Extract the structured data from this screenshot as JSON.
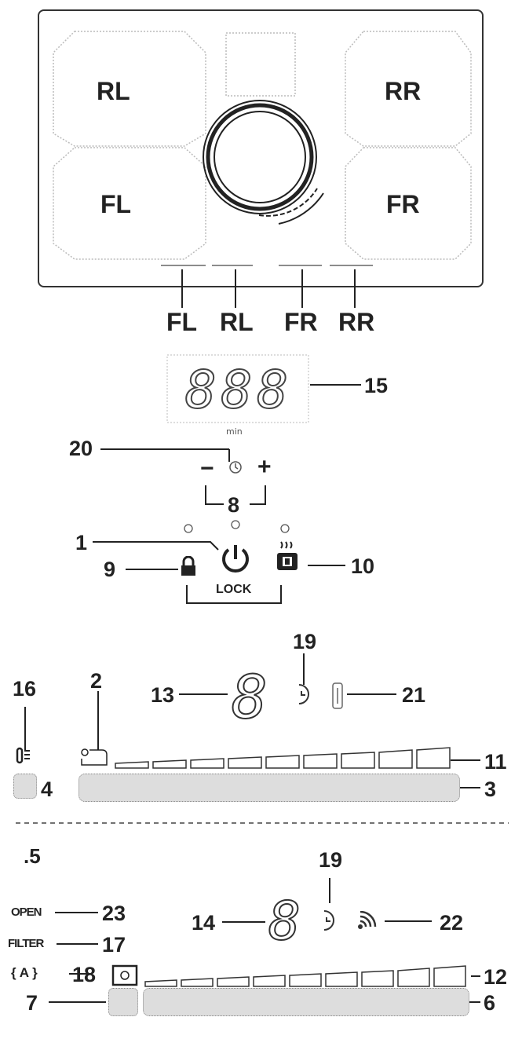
{
  "cooktop": {
    "zones": {
      "rl": "RL",
      "rr": "RR",
      "fl": "FL",
      "fr": "FR"
    },
    "control_labels": [
      "FL",
      "RL",
      "FR",
      "RR"
    ]
  },
  "timer": {
    "digits": "888",
    "unit": "min",
    "callout": "15",
    "clock_callout": "20",
    "minus": "−",
    "plus": "+",
    "adjust_callout": "8"
  },
  "controls": {
    "power_callout": "1",
    "lock_callout": "9",
    "keep_warm_callout": "10",
    "lock_label": "LOCK"
  },
  "hob_panel": {
    "cookware_callout": "16",
    "area_callout": "2",
    "display_callout": "13",
    "timer_icon_callout": "19",
    "bracket_callout": "21",
    "level_bar_callout": "11",
    "slider_callout": "3",
    "key_callout": "4",
    "display_digit": "8"
  },
  "hood_panel": {
    "dot_label": ".5",
    "timer_icon_callout": "19",
    "open_label": "OPEN",
    "open_callout": "23",
    "display_callout": "14",
    "signal_callout": "22",
    "filter_label": "FILTER",
    "filter_callout": "17",
    "auto_label": "{ A }",
    "auto_callout": "18",
    "level_bar_callout": "12",
    "key_callout": "7",
    "slider_callout": "6",
    "display_digit": "8"
  }
}
